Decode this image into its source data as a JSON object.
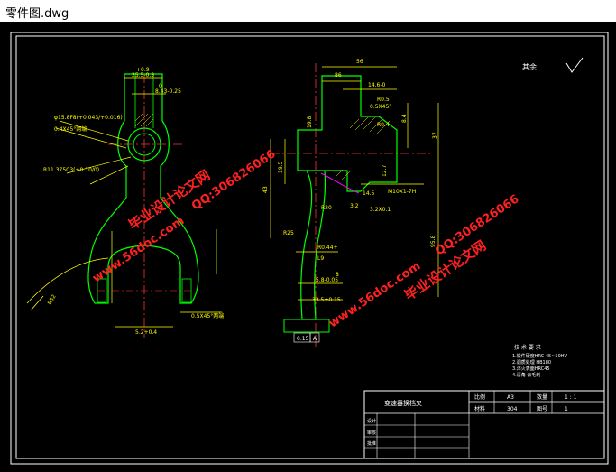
{
  "window": {
    "title": "零件图.dwg"
  },
  "colors": {
    "background": "#000000",
    "frame": "#ffffff",
    "outline": "#00ff00",
    "dim": "#ffff00",
    "center": "#ff3333",
    "accent": "#ff00ff",
    "hatch": "#ffff00",
    "watermark": "#ff2020"
  },
  "drawing": {
    "surface_mark": "其余",
    "left_view": {
      "dims": [
        "+0.9",
        "25.5-0.3",
        "0",
        "8.43-0.25",
        "φ15.8F8(+0.043/+0.016)",
        "0.4X45°两端",
        "R11.375C3(+0.10/0)",
        "0.5X45°两端",
        "5.2+0.4",
        "R52"
      ]
    },
    "right_view": {
      "dims": [
        "56",
        "86",
        "14.6-0",
        "R0.5",
        "0.5X45°",
        "R0.4",
        "8.4",
        "37",
        "19.8",
        "19.5",
        "12.7",
        "14.5",
        "M10X1-7H",
        "3.2",
        "3.2X0.1",
        "43",
        "R25",
        "R20",
        "95.8",
        "R0.44+",
        "L9",
        "5.8-0.05",
        "8",
        "33.5±0.15",
        "0.15",
        "A"
      ]
    },
    "tech_notes": {
      "title": "技 术 要 求",
      "items": [
        "1.锻件硬度HRC 45~50HV",
        "2.调质处理 HB180",
        "3.淬火表面HRC45",
        "4.清角 去毛刺"
      ]
    },
    "title_block": {
      "name": "变速器换档叉",
      "scale_label": "比例",
      "scale_value": "A3",
      "count_label": "数量",
      "count_value": "1 : 1",
      "material_label": "材料",
      "material_value": "304",
      "sheet_label": "图号",
      "sheet_value": "1",
      "rows": [
        "设计",
        "审核",
        "批准"
      ]
    }
  },
  "watermarks": [
    {
      "name": "wm-bysj-1",
      "text": "毕业设计论文网"
    },
    {
      "name": "wm-qq-1",
      "text": "QQ:306826066"
    },
    {
      "name": "wm-url-1",
      "text": "www.56doc.com"
    },
    {
      "name": "wm-bysj-2",
      "text": "毕业设计论文网"
    },
    {
      "name": "wm-qq-2",
      "text": "QQ:306826066"
    },
    {
      "name": "wm-url-2",
      "text": "www.56doc.com"
    }
  ]
}
